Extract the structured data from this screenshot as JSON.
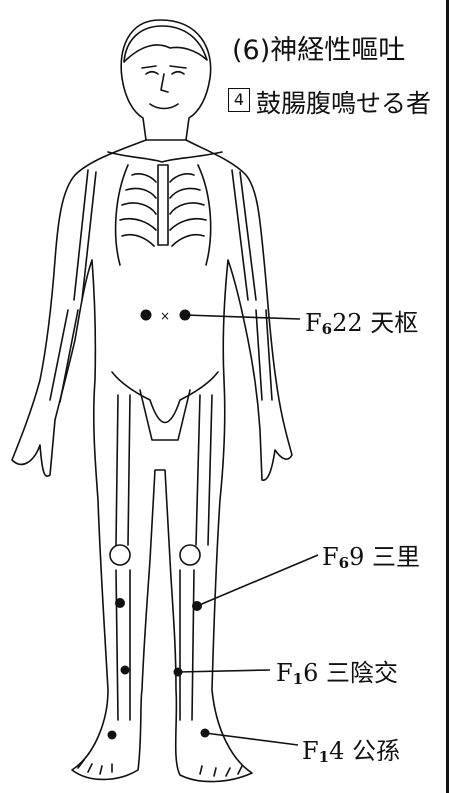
{
  "header": {
    "title": "(6)神経性嘔吐",
    "sub_number": "4",
    "subtitle": "鼓腸腹鳴せる者"
  },
  "points": [
    {
      "code": "F",
      "sub": "6",
      "label": "22 天枢"
    },
    {
      "code": "F",
      "sub": "6",
      "label": "9 三里"
    },
    {
      "code": "F",
      "sub": "1",
      "label": "6 三陰交"
    },
    {
      "code": "F",
      "sub": "1",
      "label": "4 公孫"
    }
  ],
  "colors": {
    "ink": "#111111",
    "background": "#ffffff"
  }
}
